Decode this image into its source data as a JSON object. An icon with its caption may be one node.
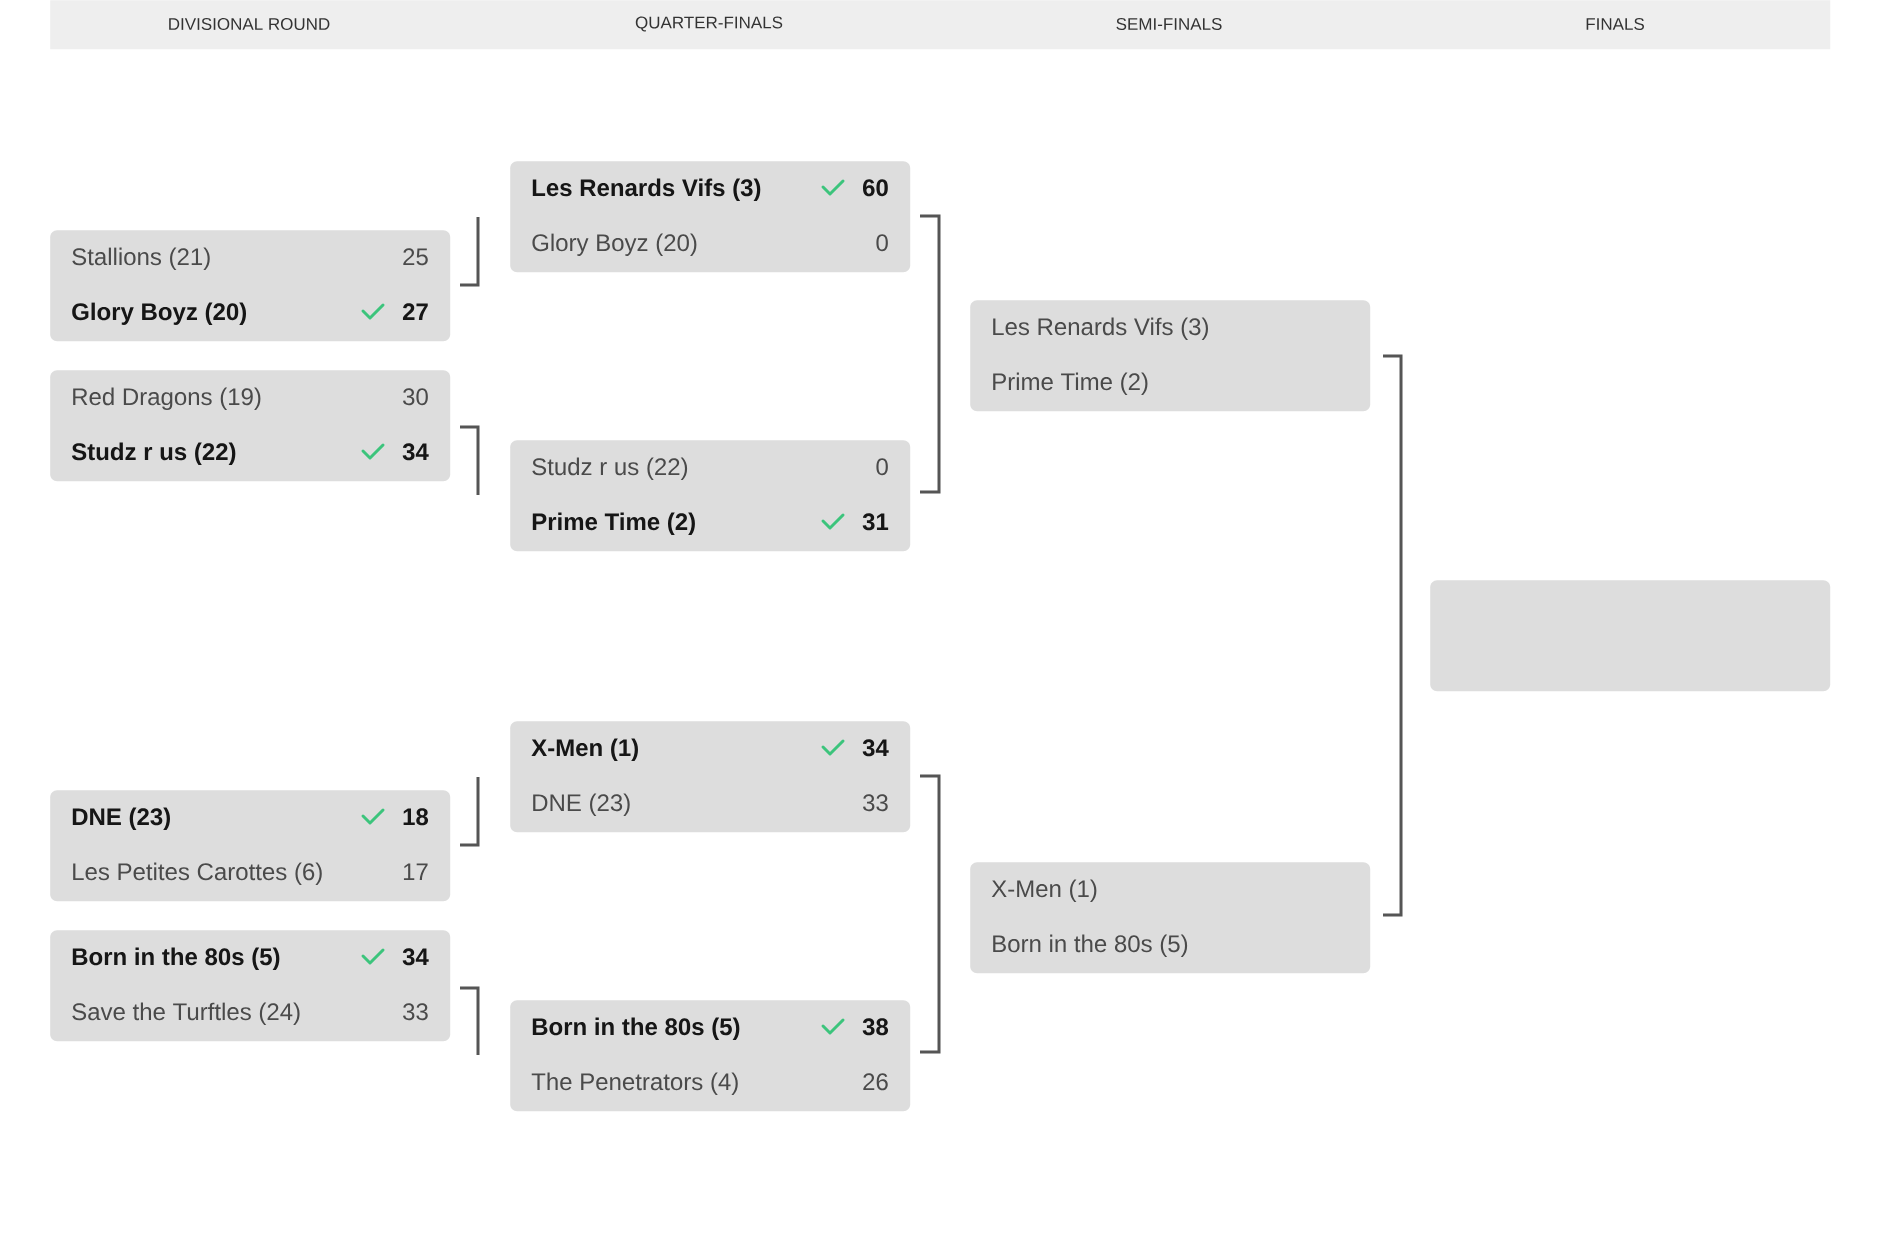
{
  "diagram": {
    "nodes": [
      {
        "text": [
          "DIVISIONAL ROUND",
          "QUARTER-FINALS",
          "SEMI-FINALS",
          "FINALS"
        ]
      },
      {
        "text": [
          "Stallions (21)",
          "25",
          "Glory Boyz (20)",
          "27"
        ]
      },
      {
        "text": [
          "Red Dragons (19)",
          "30",
          "Studz r us (22)",
          "34"
        ]
      },
      {
        "text": [
          "DNE (23)",
          "18",
          "Les Petites Carottes (6)",
          "17"
        ]
      },
      {
        "text": [
          "Born in the 80s (5)",
          "34",
          "Save the Turftles (24)",
          "33"
        ]
      },
      {
        "text": [
          "Les Renards Vifs (3)",
          "60",
          "Glory Boyz (20)",
          "0"
        ]
      },
      {
        "text": [
          "Studz r us (22)",
          "0",
          "Prime Time (2)",
          "31"
        ]
      },
      {
        "text": [
          "X-Men (1)",
          "34",
          "DNE (23)",
          "33"
        ]
      },
      {
        "text": [
          "Born in the 80s (5)",
          "38",
          "The Penetrators (4)",
          "26"
        ]
      },
      {
        "text": [
          "Les Renards Vifs (3)",
          "Prime Time (2)"
        ]
      },
      {
        "text": [
          "X-Men (1)",
          "Born in the 80s (5)"
        ]
      },
      {
        "text": [],
        "shape": "box"
      }
    ]
  }
}
